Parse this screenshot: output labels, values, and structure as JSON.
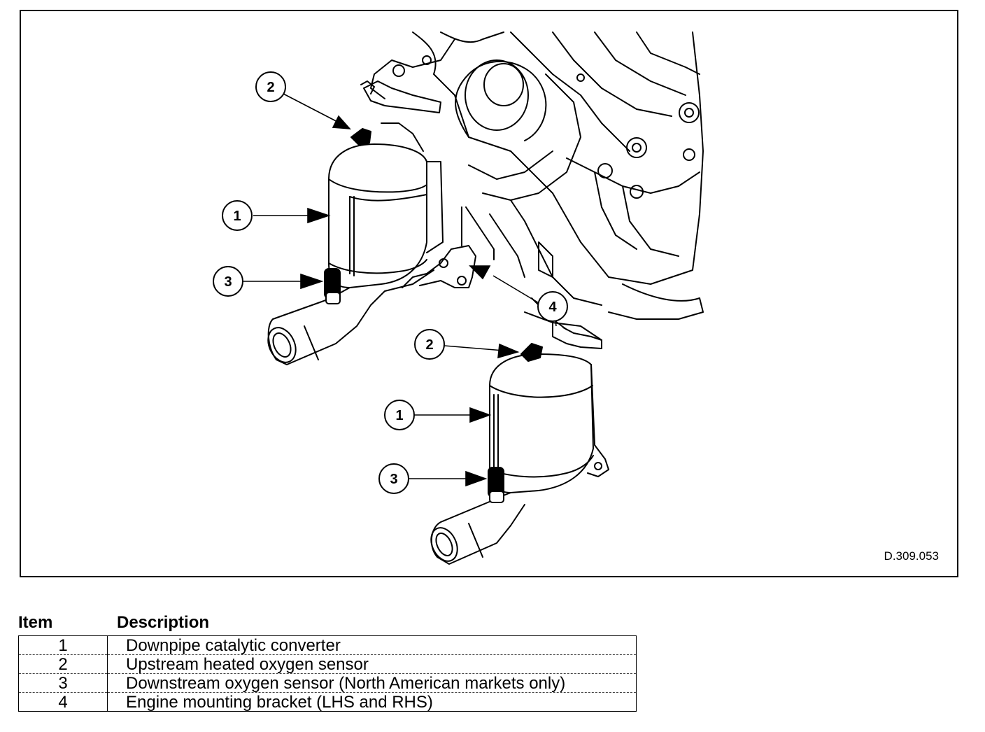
{
  "figure": {
    "reference": "D.309.053",
    "callouts": [
      "1",
      "2",
      "3",
      "4",
      "1",
      "2",
      "3"
    ]
  },
  "legend": {
    "header_item": "Item",
    "header_description": "Description",
    "rows": [
      {
        "item": "1",
        "description": "Downpipe catalytic converter"
      },
      {
        "item": "2",
        "description": "Upstream heated oxygen sensor"
      },
      {
        "item": "3",
        "description": "Downstream oxygen sensor (North American markets only)"
      },
      {
        "item": "4",
        "description": "Engine mounting bracket (LHS and RHS)"
      }
    ]
  }
}
